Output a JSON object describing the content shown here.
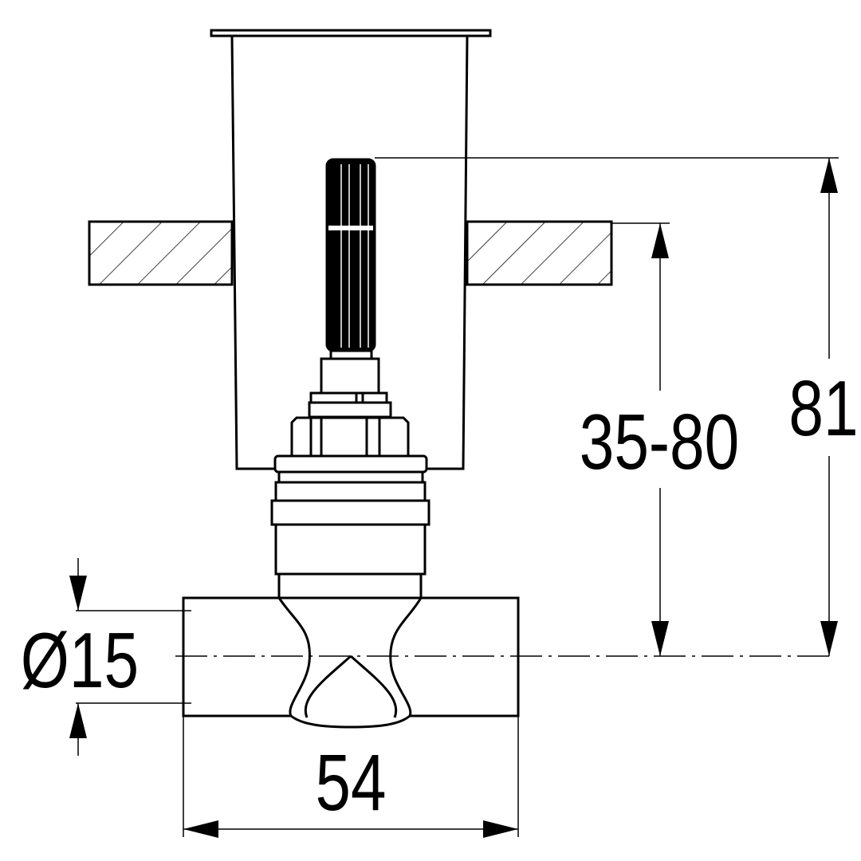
{
  "drawing": {
    "dimensions": {
      "diameter": "Ø15",
      "width": "54",
      "installation_depth": "35-80",
      "height": "81"
    },
    "colors": {
      "line": "#000000",
      "background": "#ffffff"
    }
  }
}
